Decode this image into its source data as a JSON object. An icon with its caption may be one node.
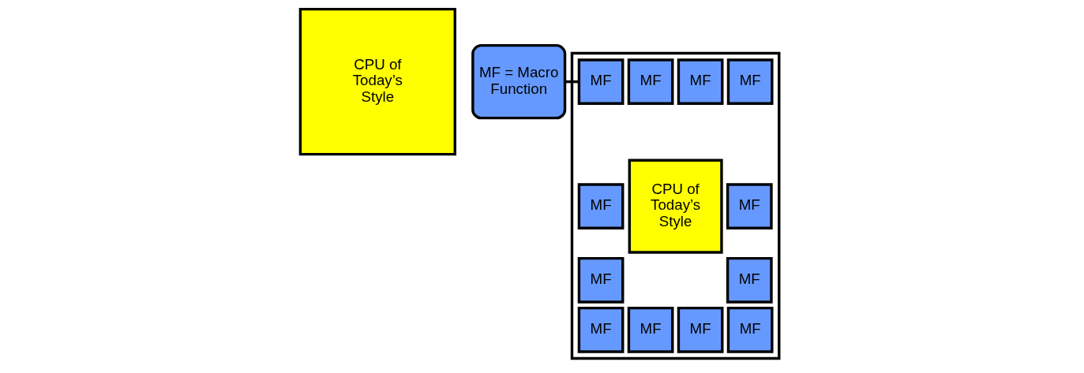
{
  "diagram": {
    "nodes": [
      {
        "text": [
          "CPU of Today’s Style"
        ]
      },
      {
        "text": [
          "MF = Macro Function"
        ]
      },
      {
        "text": [],
        "shape": "box"
      },
      {
        "text": [
          "MF"
        ],
        "in": 2
      },
      {
        "text": [
          "MF"
        ],
        "in": 2
      },
      {
        "text": [
          "MF"
        ],
        "in": 2
      },
      {
        "text": [
          "MF"
        ],
        "in": 2
      },
      {
        "text": [
          "MF"
        ],
        "in": 2
      },
      {
        "text": [
          "CPU of Today’s Style"
        ],
        "in": 2
      },
      {
        "text": [
          "MF"
        ],
        "in": 2
      },
      {
        "text": [
          "MF"
        ],
        "in": 2
      },
      {
        "text": [
          "MF"
        ],
        "in": 2
      },
      {
        "text": [
          "MF"
        ],
        "in": 2
      },
      {
        "text": [
          "MF"
        ],
        "in": 2
      },
      {
        "text": [
          "MF"
        ],
        "in": 2
      },
      {
        "text": [
          "MF"
        ],
        "in": 2
      }
    ],
    "edges": [
      {
        "from": 1,
        "to": 3,
        "arrow": "none"
      }
    ]
  }
}
